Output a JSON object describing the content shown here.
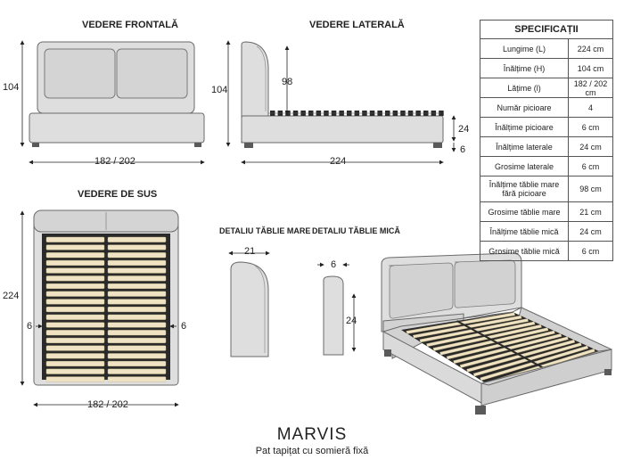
{
  "views": {
    "front": "VEDERE FRONTALĂ",
    "side": "VEDERE LATERALĂ",
    "top": "VEDERE DE SUS",
    "detail_large": "DETALIU TĂBLIE MARE",
    "detail_small": "DETALIU TĂBLIE MICĂ"
  },
  "dimensions": {
    "front_height": "104",
    "front_width": "182 / 202",
    "side_total_height": "104",
    "side_headboard": "98",
    "side_rail": "24",
    "side_leg": "6",
    "side_length": "224",
    "top_length": "224",
    "top_left": "6",
    "top_right": "6",
    "top_width": "182 / 202",
    "large_thickness": "21",
    "small_thickness": "6",
    "small_height": "24"
  },
  "specs": {
    "title": "SPECIFICAȚII",
    "rows": [
      {
        "name": "Lungime (L)",
        "value": "224 cm"
      },
      {
        "name": "Înălțime (H)",
        "value": "104 cm"
      },
      {
        "name": "Lățime (l)",
        "value": "182 / 202 cm"
      },
      {
        "name": "Număr picioare",
        "value": "4"
      },
      {
        "name": "Înălțime picioare",
        "value": "6 cm"
      },
      {
        "name": "Înălțime laterale",
        "value": "24 cm"
      },
      {
        "name": "Grosime laterale",
        "value": "6 cm"
      },
      {
        "name": "Înălțime tăblie mare fără picioare",
        "value": "98 cm"
      },
      {
        "name": "Grosime tăblie mare",
        "value": "21 cm"
      },
      {
        "name": "Înălțime tăblie mică",
        "value": "24 cm"
      },
      {
        "name": "Grosime tăblie mică",
        "value": "6 cm"
      }
    ]
  },
  "product": {
    "name": "MARVIS",
    "description": "Pat tapițat cu somieră fixă"
  },
  "colors": {
    "fabric": "#dedede",
    "fabric_dark": "#bdbdbd",
    "outline": "#6a6a6a",
    "slat": "#efe3c4",
    "frame": "#2a2a2a",
    "leg": "#5a5a5a"
  }
}
